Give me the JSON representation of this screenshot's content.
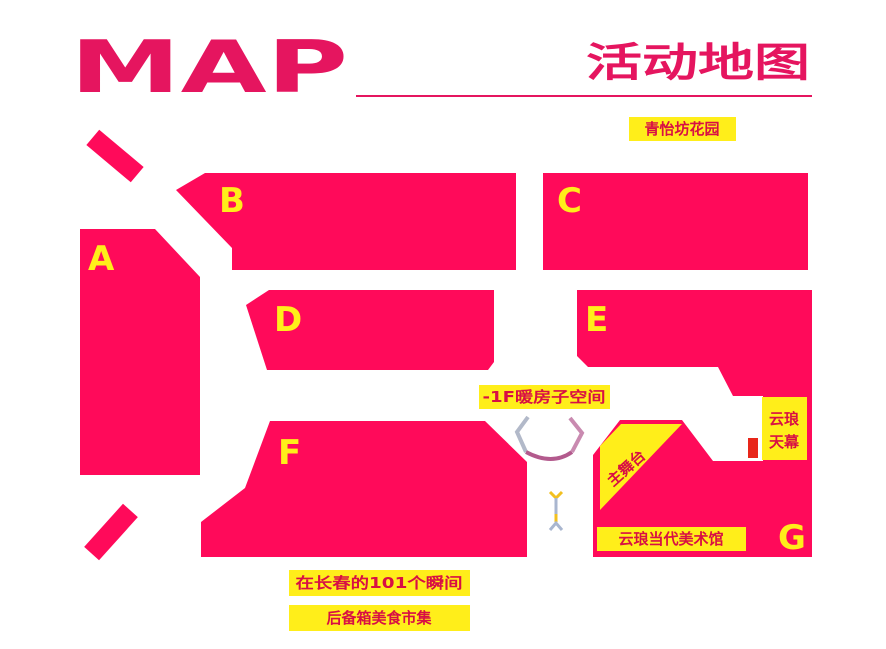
{
  "header": {
    "logo": "MAP",
    "title": "活动地图"
  },
  "zones": {
    "a": "A",
    "b": "B",
    "c": "C",
    "d": "D",
    "e": "E",
    "f": "F",
    "g": "G"
  },
  "places": {
    "garden": "青怡坊花园",
    "underground": "-1F暖房子空间",
    "main_stage": "主舞台",
    "sky_screen_line1": "云琅",
    "sky_screen_line2": "天幕",
    "art_museum": "云琅当代美术馆",
    "moments": "在长春的101个瞬间",
    "food_market": "后备箱美食市集"
  },
  "colors": {
    "block": "#ff0a5a",
    "label": "#ffee1a",
    "tag_text": "#d80f44",
    "heading": "#e5155f"
  }
}
